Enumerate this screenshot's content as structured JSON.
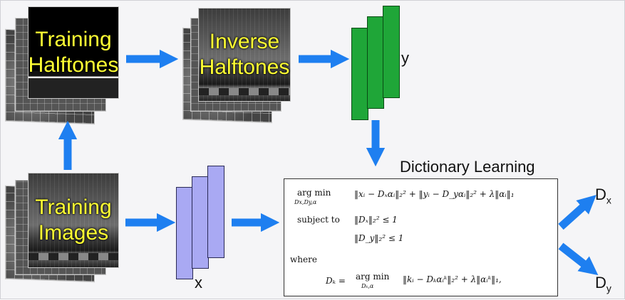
{
  "labels": {
    "training_halftones": "Training\nHalftones",
    "inverse_halftones": "Inverse\nHalftones",
    "training_images": "Training\nImages",
    "y": "y",
    "x": "x",
    "dictionary_learning": "Dictionary Learning",
    "dx": "D",
    "dx_sub": "x",
    "dy": "D",
    "dy_sub": "y"
  },
  "formula": {
    "argmin": "arg min",
    "argmin_sub": "Dx,Dy,α",
    "objective": "‖xᵢ − Dₓαᵢ‖₂² + ‖yᵢ − D_yαᵢ‖₂² + λ‖αᵢ‖₁",
    "subject_to": "subject to",
    "c1": "‖Dₓ‖₂² ≤ 1",
    "c2": "‖D_y‖₂² ≤ 1",
    "where": "where",
    "dk_lhs": "Dₖ = ",
    "dk_argmin": "arg min",
    "dk_argmin_sub": "Dₖ,α",
    "dk_rhs": "‖kᵢ − Dₖαᵢᵏ‖₂² + λ‖αᵢᵏ‖₁,"
  },
  "colors": {
    "arrow": "#1e7ff0",
    "label": "#ffff33",
    "bar_green": "#1fa638",
    "bar_purple": "#a9a9f3"
  }
}
